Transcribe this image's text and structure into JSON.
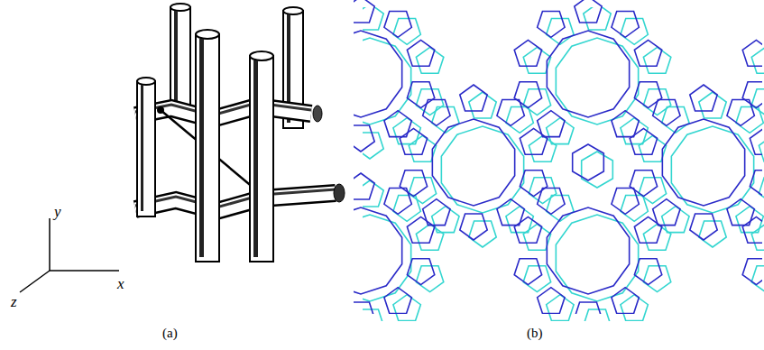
{
  "diagram": {
    "labels": [
      "y",
      "x",
      "z",
      "(a)",
      "(b)"
    ]
  }
}
